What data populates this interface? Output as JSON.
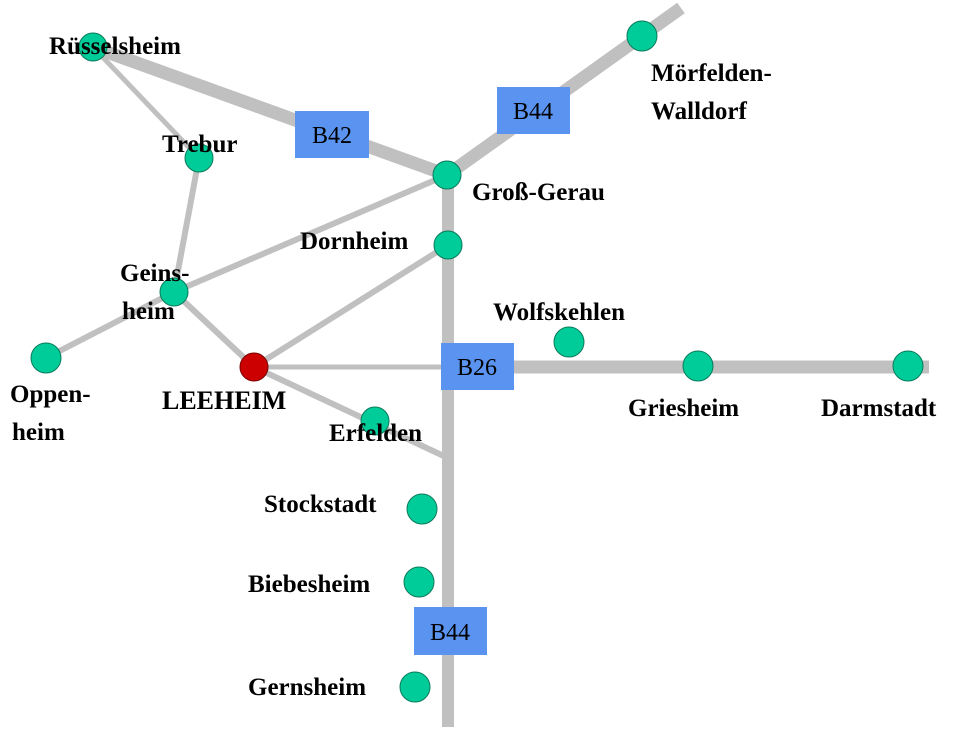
{
  "colors": {
    "road": "#c0c0c0",
    "town_dot": "#00cc99",
    "home_dot": "#cc0000",
    "home_label": "#cc0000",
    "label": "#000000",
    "badge_fill": "#5b94f0",
    "background": "#ffffff"
  },
  "towns": {
    "ruesselsheim": {
      "label": "Rüsselsheim"
    },
    "trebur": {
      "label": "Trebur"
    },
    "gross_gerau": {
      "label": "Groß-Gerau"
    },
    "moerfelden": {
      "label_line1": "Mörfelden-",
      "label_line2": "Walldorf"
    },
    "dornheim": {
      "label": "Dornheim"
    },
    "geinsheim": {
      "label_line1": "Geins-",
      "label_line2": "heim"
    },
    "oppenheim": {
      "label_line1": "Oppen-",
      "label_line2": "heim"
    },
    "leeheim": {
      "label": "LEEHEIM"
    },
    "erfelden": {
      "label": "Erfelden"
    },
    "wolfskehlen": {
      "label": "Wolfskehlen"
    },
    "griesheim": {
      "label": "Griesheim"
    },
    "darmstadt": {
      "label": "Darmstadt"
    },
    "stockstadt": {
      "label": "Stockstadt"
    },
    "biebesheim": {
      "label": "Biebesheim"
    },
    "gernsheim": {
      "label": "Gernsheim"
    }
  },
  "roads": {
    "b42": {
      "label": "B42"
    },
    "b44_north": {
      "label": "B44"
    },
    "b26": {
      "label": "B26"
    },
    "b44_south": {
      "label": "B44"
    }
  }
}
